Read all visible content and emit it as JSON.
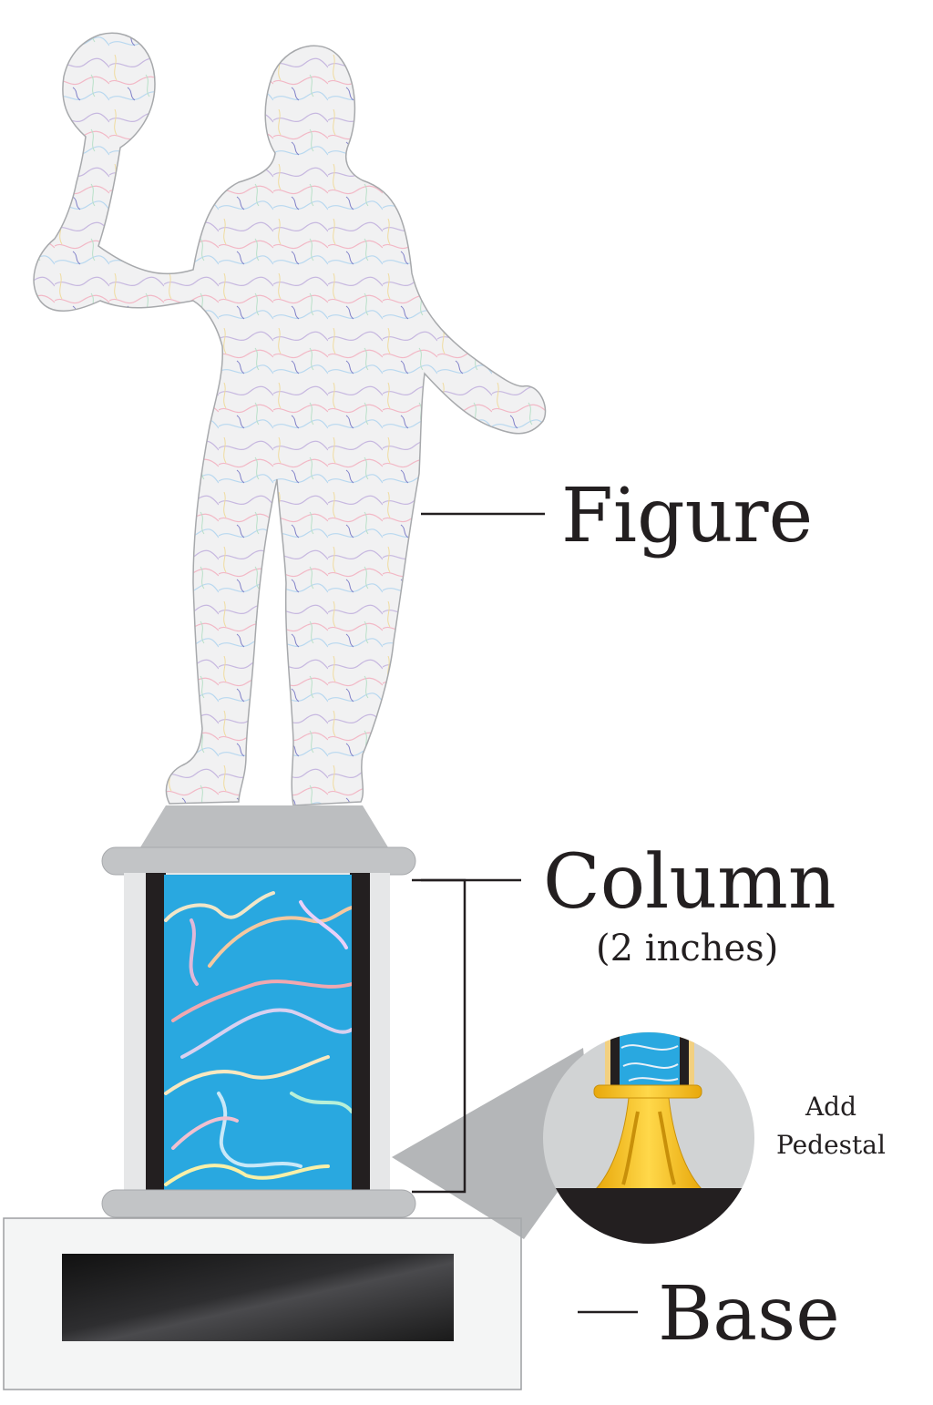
{
  "labels": {
    "figure": "Figure",
    "column": "Column",
    "column_sub": "(2 inches)",
    "pedestal_line1": "Add",
    "pedestal_line2": "Pedestal",
    "base": "Base"
  },
  "colors": {
    "column_blue": "#29a8e0",
    "column_trim": "#231f20",
    "metal_gray": "#bcbec0",
    "light_gray": "#e6e7e8",
    "pedestal_gold": "#f5c21b",
    "plate_black": "#231f20",
    "figure_fill": "#f1f1f2"
  }
}
